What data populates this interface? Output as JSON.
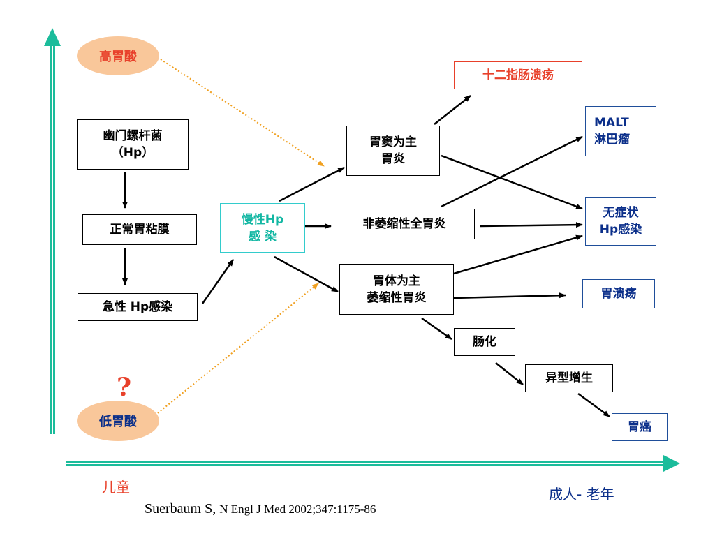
{
  "colors": {
    "axis_teal": "#1bbc9b",
    "acid_ellipse": "#f9c79a",
    "acid_arrow": "#f0a020",
    "red_text": "#e8402a",
    "blue_text": "#0b2f8a",
    "teal_text": "#13b7a3"
  },
  "nodes": {
    "high_acid": "高胃酸",
    "low_acid": "低胃酸",
    "question_mark": "?",
    "hp_bacteria_line1": "幽门螺杆菌",
    "hp_bacteria_line2": "（Hp）",
    "normal_mucosa": "正常胃粘膜",
    "acute_hp": "急性 Hp感染",
    "chronic_hp_line1": "慢性Hp",
    "chronic_hp_line2": "感 染",
    "antral_gastritis_line1": "胃窦为主",
    "antral_gastritis_line2": "胃炎",
    "non_atrophic": "非萎缩性全胃炎",
    "corpus_atrophic_line1": "胃体为主",
    "corpus_atrophic_line2": "萎缩性胃炎",
    "duodenal_ulcer": "十二指肠溃疡",
    "malt_line1": "MALT",
    "malt_line2": "淋巴瘤",
    "asymptomatic_line1": "无症状",
    "asymptomatic_line2": "Hp感染",
    "gastric_ulcer": "胃溃疡",
    "intestinal_metaplasia": "肠化",
    "dysplasia": "异型增生",
    "gastric_cancer": "胃癌"
  },
  "axis": {
    "x_start_label": "儿童",
    "x_end_label": "成人- 老年"
  },
  "citation": {
    "author": "Suerbaum S, ",
    "journal": "N Engl J Med 2002;347:1175-86"
  }
}
